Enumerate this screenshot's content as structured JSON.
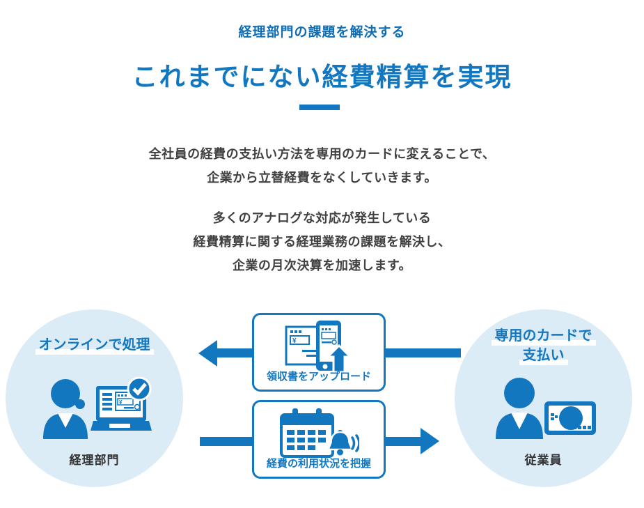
{
  "colors": {
    "primary_blue": "#1377c0",
    "subtitle_blue": "#0e6db5",
    "circle_background": "#dcecf7",
    "body_text": "#404040"
  },
  "header": {
    "subtitle": "経理部門の課題を解決する",
    "title": "これまでにない経費精算を実現"
  },
  "intro": {
    "paragraph1": [
      "全社員の経費の支払い方法を専用のカードに変えることで、",
      "企業から立替経費をなくしていきます。"
    ],
    "paragraph2": [
      "多くのアナログな対応が発生している",
      "経費精算に関する経理業務の課題を解決し、",
      "企業の月次決算を加速します。"
    ]
  },
  "diagram": {
    "left_circle": {
      "title": "オンラインで処理",
      "label": "経理部門",
      "icon": "accountant-laptop-check-icon"
    },
    "right_circle": {
      "title_lines": [
        "専用のカードで",
        "支払い"
      ],
      "label": "従業員",
      "icon": "employee-card-icon"
    },
    "steps": [
      {
        "label": "領収書をアップロード",
        "icon": "receipt-upload-phone-icon",
        "arrow_direction": "left"
      },
      {
        "label": "経費の利用状況を把握",
        "icon": "calendar-alert-icon",
        "arrow_direction": "right"
      }
    ],
    "currency_symbol": "¥"
  }
}
